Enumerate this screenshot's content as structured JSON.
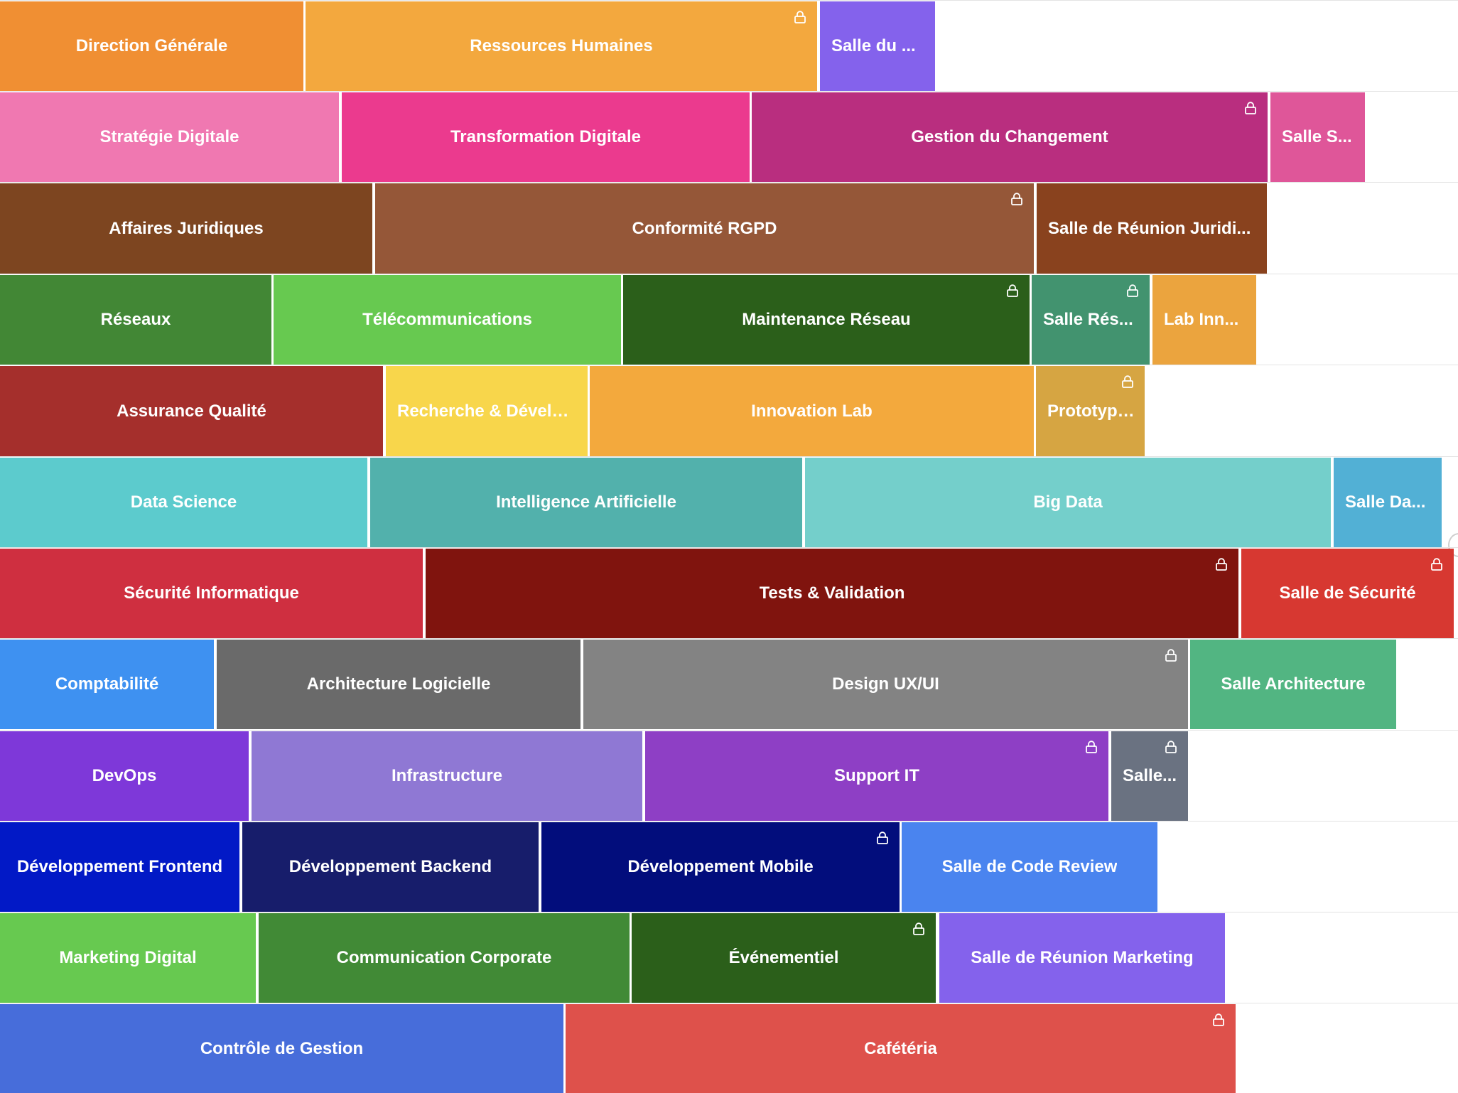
{
  "colors": {
    "row_divider": "#e3e3e3",
    "text": "#ffffff",
    "lock_icon": "#ffffff"
  },
  "rows": [
    {
      "rooms": [
        {
          "label": "Direction Générale",
          "color": "#F08F33",
          "locked": false
        },
        {
          "label": "Ressources Humaines",
          "color": "#F3A83E",
          "locked": true
        },
        {
          "label": "Salle du ...",
          "color": "#8462EC",
          "locked": false,
          "truncated": true
        }
      ]
    },
    {
      "rooms": [
        {
          "label": "Stratégie Digitale",
          "color": "#F078B1",
          "locked": false
        },
        {
          "label": "Transformation Digitale",
          "color": "#EB3A8E",
          "locked": false
        },
        {
          "label": "Gestion du Changement",
          "color": "#B92E7F",
          "locked": true
        },
        {
          "label": "Salle S...",
          "color": "#DF5699",
          "locked": false,
          "truncated": true
        }
      ]
    },
    {
      "rooms": [
        {
          "label": "Affaires Juridiques",
          "color": "#7D4520",
          "locked": false
        },
        {
          "label": "Conformité RGPD",
          "color": "#955738",
          "locked": true
        },
        {
          "label": "Salle de Réunion Juridi...",
          "color": "#89421E",
          "locked": false,
          "truncated": true
        }
      ]
    },
    {
      "rooms": [
        {
          "label": "Réseaux",
          "color": "#428735",
          "locked": false
        },
        {
          "label": "Télécommunications",
          "color": "#67C950",
          "locked": false
        },
        {
          "label": "Maintenance Réseau",
          "color": "#2B5F1A",
          "locked": true
        },
        {
          "label": "Salle Rés...",
          "color": "#42936F",
          "locked": true,
          "truncated": true
        },
        {
          "label": "Lab Inn...",
          "color": "#EBA43E",
          "locked": false,
          "truncated": true
        }
      ]
    },
    {
      "rooms": [
        {
          "label": "Assurance Qualité",
          "color": "#A52F2C",
          "locked": false
        },
        {
          "label": "Recherche & Dévelop...",
          "color": "#F8D64B",
          "locked": false,
          "truncated": true
        },
        {
          "label": "Innovation Lab",
          "color": "#F3A93D",
          "locked": false
        },
        {
          "label": "Prototypa...",
          "color": "#D6A542",
          "locked": true,
          "truncated": true
        }
      ]
    },
    {
      "rooms": [
        {
          "label": "Data Science",
          "color": "#5CCBCD",
          "locked": false
        },
        {
          "label": "Intelligence Artificielle",
          "color": "#52B1AC",
          "locked": false
        },
        {
          "label": "Big Data",
          "color": "#74CFCB",
          "locked": false
        },
        {
          "label": "Salle Da...",
          "color": "#52B0D5",
          "locked": false,
          "truncated": true
        }
      ]
    },
    {
      "rooms": [
        {
          "label": "Sécurité Informatique",
          "color": "#CF2F40",
          "locked": false
        },
        {
          "label": "Tests & Validation",
          "color": "#80140E",
          "locked": true
        },
        {
          "label": "Salle de Sécurité",
          "color": "#D73831",
          "locked": true
        }
      ]
    },
    {
      "rooms": [
        {
          "label": "Comptabilité",
          "color": "#3E91F1",
          "locked": false
        },
        {
          "label": "Architecture Logicielle",
          "color": "#6A6A6A",
          "locked": false
        },
        {
          "label": "Design UX/UI",
          "color": "#838383",
          "locked": true
        },
        {
          "label": "Salle Architecture",
          "color": "#52B582",
          "locked": false
        }
      ]
    },
    {
      "rooms": [
        {
          "label": "DevOps",
          "color": "#7E38D9",
          "locked": false
        },
        {
          "label": "Infrastructure",
          "color": "#8F78D4",
          "locked": false
        },
        {
          "label": "Support IT",
          "color": "#8E3FC5",
          "locked": true
        },
        {
          "label": "Salle...",
          "color": "#6A7281",
          "locked": true,
          "truncated": true
        }
      ]
    },
    {
      "rooms": [
        {
          "label": "Développement Frontend",
          "color": "#0219C6",
          "locked": false
        },
        {
          "label": "Développement Backend",
          "color": "#171D6B",
          "locked": false
        },
        {
          "label": "Développement Mobile",
          "color": "#020D7C",
          "locked": true
        },
        {
          "label": "Salle de Code Review",
          "color": "#4A84EF",
          "locked": false
        }
      ]
    },
    {
      "rooms": [
        {
          "label": "Marketing Digital",
          "color": "#67C950",
          "locked": false
        },
        {
          "label": "Communication Corporate",
          "color": "#418A36",
          "locked": false
        },
        {
          "label": "Événementiel",
          "color": "#2B5F1A",
          "locked": true
        },
        {
          "label": "Salle de Réunion Marketing",
          "color": "#8462EC",
          "locked": false
        }
      ]
    },
    {
      "rooms": [
        {
          "label": "Contrôle de Gestion",
          "color": "#476DDA",
          "locked": false
        },
        {
          "label": "Cafétéria",
          "color": "#DE514B",
          "locked": true
        }
      ]
    }
  ]
}
